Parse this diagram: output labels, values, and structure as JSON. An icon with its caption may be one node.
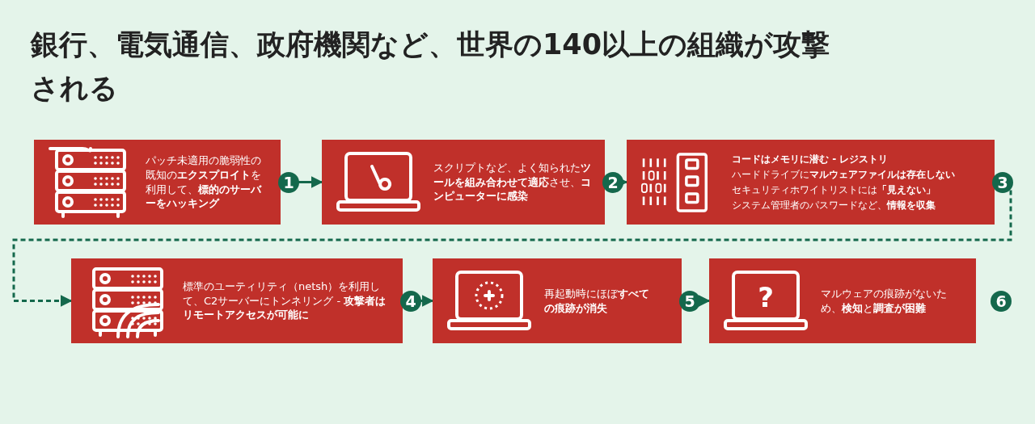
{
  "diagram": {
    "title": "銀行、電気通信、政府機関など、世界の140以上の組織が攻撃される",
    "nodes": [
      {
        "text": [
          "パッチ未適用の脆弱性の既知の**エクスプロイト**を利用して、**標的のサーバーをハッキング**"
        ]
      },
      {
        "text": [
          "スクリプトなど、よく知られた**ツールを組み合わせて適応**させ、**コンピューターに感染**"
        ]
      },
      {
        "text": [
          "**コードはメモリに潜む - レジストリ**",
          "ハードドライブに**マルウェアファイルは存在しない**",
          "セキュリティホワイトリストには**「見えない」**",
          "システム管理者のパスワードなど、**情報を収集**"
        ]
      },
      {
        "text": [
          "標準のユーティリティ（netsh）を利用して、C2サーバーにトンネリング - **攻撃者はリモートアクセスが可能に**"
        ]
      },
      {
        "text": [
          "再起動時にほぼ**すべての痕跡が消失**"
        ]
      },
      {
        "text": [
          "マルウェアの痕跡がないため、**検知**と**調査が困難**"
        ],
        "beside": [
          "6"
        ]
      }
    ],
    "edges": [
      {
        "from": 0,
        "to": 1,
        "arrow": "to",
        "label": "1"
      },
      {
        "from": 1,
        "to": 2,
        "arrow": "to",
        "label": "2"
      },
      {
        "from": 2,
        "to": 3,
        "arrow": "to",
        "label": "3",
        "style": "dashed"
      },
      {
        "from": 3,
        "to": 4,
        "arrow": "to",
        "label": "4"
      },
      {
        "from": 4,
        "to": 5,
        "arrow": "to",
        "label": "5"
      }
    ],
    "labels": [
      "?"
    ]
  }
}
